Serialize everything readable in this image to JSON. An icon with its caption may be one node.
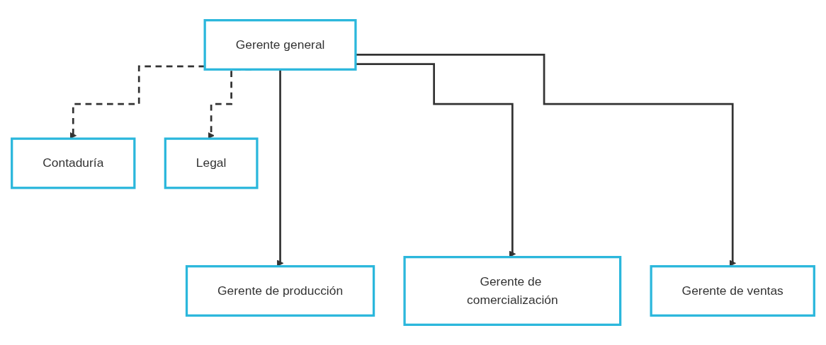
{
  "diagram": {
    "nodes": [
      {
        "text": [
          "Gerente general"
        ]
      },
      {
        "text": [
          "Contaduría"
        ]
      },
      {
        "text": [
          "Legal"
        ]
      },
      {
        "text": [
          "Gerente de producción"
        ]
      },
      {
        "text": [
          "Gerente de comercialización"
        ]
      },
      {
        "text": [
          "Gerente de ventas"
        ]
      }
    ],
    "edges": [
      {
        "from": 0,
        "to": 1,
        "arrow": "to",
        "style": "dashed"
      },
      {
        "from": 0,
        "to": 2,
        "arrow": "to",
        "style": "dashed"
      },
      {
        "from": 0,
        "to": 3,
        "arrow": "to"
      },
      {
        "from": 0,
        "to": 4,
        "arrow": "to"
      },
      {
        "from": 0,
        "to": 5,
        "arrow": "to"
      }
    ]
  }
}
